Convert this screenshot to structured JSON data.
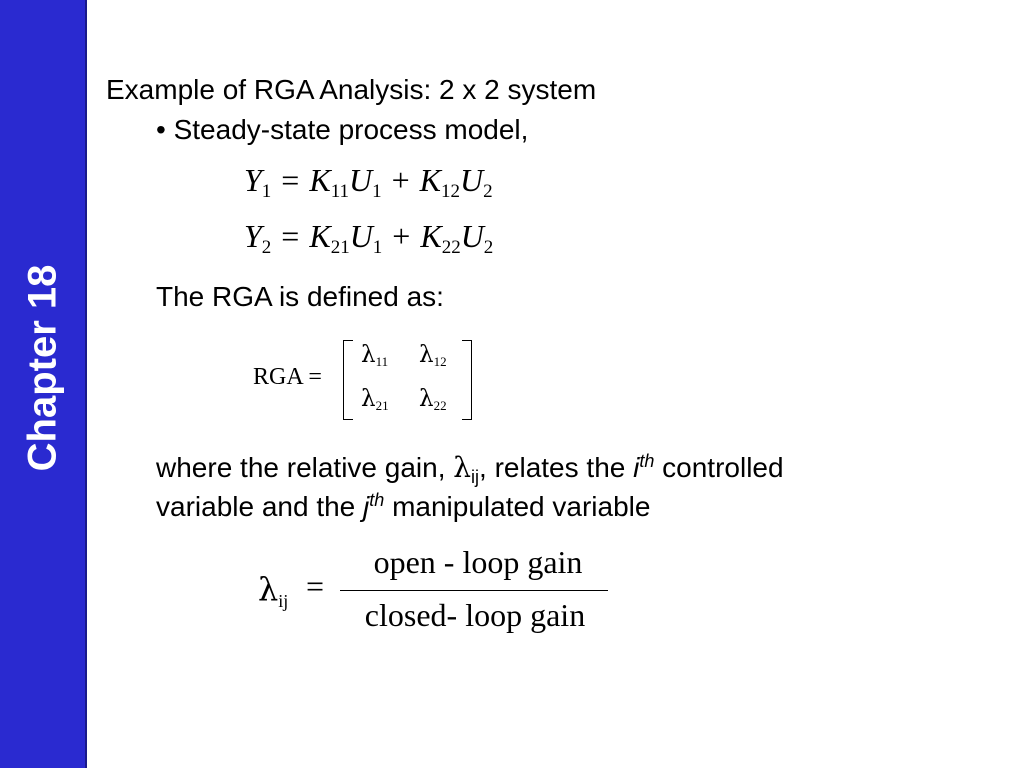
{
  "sidebar": {
    "chapter_label": "Chapter 18"
  },
  "slide": {
    "title": "Example of RGA Analysis: 2 x 2 system",
    "bullet": "Steady-state process model,",
    "equations": [
      {
        "lhs": "Y",
        "lhs_sub": "1",
        "t1": "K",
        "t1_sub": "11",
        "u1": "U",
        "u1_sub": "1",
        "t2": "K",
        "t2_sub": "12",
        "u2": "U",
        "u2_sub": "2"
      },
      {
        "lhs": "Y",
        "lhs_sub": "2",
        "t1": "K",
        "t1_sub": "21",
        "u1": "U",
        "u1_sub": "1",
        "t2": "K",
        "t2_sub": "22",
        "u2": "U",
        "u2_sub": "2"
      }
    ],
    "rga_intro": "The RGA is defined as:",
    "rga_label": "RGA =",
    "matrix": {
      "symbol": "λ",
      "subs": [
        [
          "11",
          "12"
        ],
        [
          "21",
          "22"
        ]
      ]
    },
    "description": {
      "part1": "where the relative gain, ",
      "lambda": "λ",
      "lambda_sub": "ij",
      "part2": ", relates the ",
      "i": "i",
      "th1": "th",
      "part3": " controlled",
      "line2_part1": "variable and the ",
      "j": "j",
      "th2": "th",
      "line2_part2": " manipulated variable"
    },
    "formula": {
      "lhs": "λ",
      "lhs_sub": "ij",
      "numerator": "open - loop gain",
      "denominator": "closed- loop gain"
    }
  }
}
